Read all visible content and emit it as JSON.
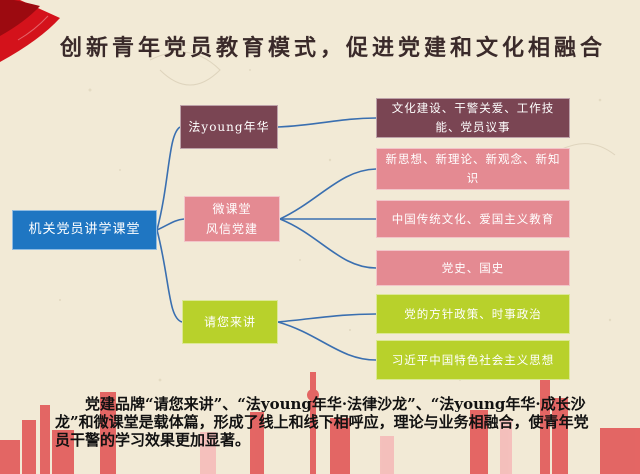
{
  "slide": {
    "title": "创新青年党员教育模式，促进党建和文化相融合",
    "root": "机关党员讲学课堂",
    "branches": [
      {
        "label": "法young年华",
        "children": [
          "文化建设、干警关爱、工作技能、党员议事"
        ]
      },
      {
        "label": "微课堂\n风信党建",
        "children": [
          "新思想、新理论、新观念、新知识",
          "中国传统文化、爱国主义教育",
          "党史、国史"
        ]
      },
      {
        "label": "请您来讲",
        "children": [
          "党的方针政策、时事政治",
          "习近平中国特色社会主义思想"
        ]
      }
    ],
    "caption": "党建品牌“请您来讲”、“法young年华·法律沙龙”、“法young年华·成长沙龙”和微课堂是载体篇，形成了线上和线下相呼应，理论与业务相融合，使青年党员干警的学习效果更加显著。"
  },
  "colors": {
    "root": "#1f76c2",
    "branch_1": "#7a4553",
    "branch_2": "#e48a92",
    "branch_3": "#b8d12b",
    "connector": "#3a6fb0",
    "flag": "#d4121b"
  }
}
